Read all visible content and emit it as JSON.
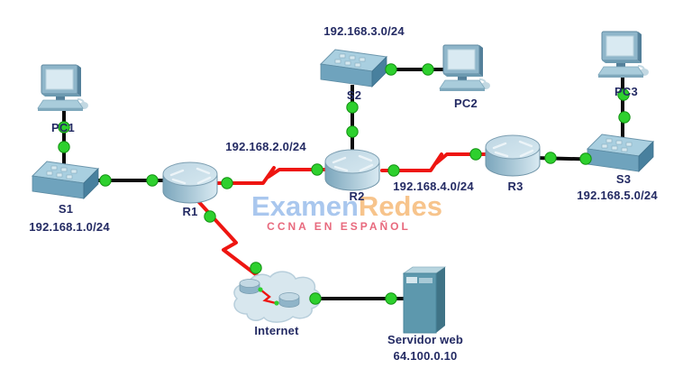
{
  "watermark": {
    "title_left": "Examen",
    "title_right": "Redes",
    "subtitle": "CCNA EN ESPAÑOL",
    "title_left_color": "#a9c7ee",
    "title_right_color": "#f7c48c",
    "subtitle_color": "#e8697d"
  },
  "devices": {
    "pc1": {
      "label": "PC1",
      "type": "pc"
    },
    "pc2": {
      "label": "PC2",
      "type": "pc"
    },
    "pc3": {
      "label": "PC3",
      "type": "pc"
    },
    "s1": {
      "label": "S1",
      "type": "switch"
    },
    "s2": {
      "label": "S2",
      "type": "switch"
    },
    "s3": {
      "label": "S3",
      "type": "switch"
    },
    "r1": {
      "label": "R1",
      "type": "router"
    },
    "r2": {
      "label": "R2",
      "type": "router"
    },
    "r3": {
      "label": "R3",
      "type": "router"
    },
    "internet": {
      "label": "Internet",
      "type": "cloud"
    },
    "server": {
      "label": "Servidor web",
      "ip": "64.100.0.10",
      "type": "server"
    }
  },
  "networks": {
    "lan1": "192.168.1.0/24",
    "wan2": "192.168.2.0/24",
    "lan3": "192.168.3.0/24",
    "wan4": "192.168.4.0/24",
    "lan5": "192.168.5.0/24"
  },
  "links": [
    {
      "id": "pc1-s1",
      "type": "ethernet",
      "from": "PC1",
      "to": "S1",
      "status": "up"
    },
    {
      "id": "s1-r1",
      "type": "ethernet",
      "from": "S1",
      "to": "R1",
      "status": "up"
    },
    {
      "id": "r1-r2",
      "type": "serial",
      "from": "R1",
      "to": "R2",
      "status": "up"
    },
    {
      "id": "s2-r2",
      "type": "ethernet",
      "from": "S2",
      "to": "R2",
      "status": "up"
    },
    {
      "id": "s2-pc2",
      "type": "ethernet",
      "from": "S2",
      "to": "PC2",
      "status": "up"
    },
    {
      "id": "r2-r3",
      "type": "serial",
      "from": "R2",
      "to": "R3",
      "status": "up"
    },
    {
      "id": "r3-s3",
      "type": "ethernet",
      "from": "R3",
      "to": "S3",
      "status": "up"
    },
    {
      "id": "pc3-s3",
      "type": "ethernet",
      "from": "PC3",
      "to": "S3",
      "status": "up"
    },
    {
      "id": "r1-internet",
      "type": "serial",
      "from": "R1",
      "to": "Internet",
      "status": "up"
    },
    {
      "id": "internet-server",
      "type": "ethernet",
      "from": "Internet",
      "to": "Servidor web",
      "status": "up"
    }
  ],
  "colors": {
    "ethernet_link": "#0b0b0b",
    "serial_link": "#ee1511",
    "status_up": "#2ed02e",
    "label_text": "#232a63",
    "background": "#ffffff"
  }
}
